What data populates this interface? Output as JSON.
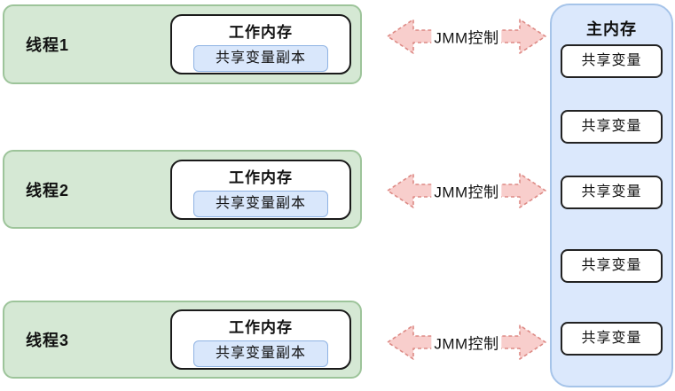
{
  "threads": [
    {
      "label": "线程1",
      "working_memory": {
        "title": "工作内存",
        "variable_copy": "共享变量副本"
      }
    },
    {
      "label": "线程2",
      "working_memory": {
        "title": "工作内存",
        "variable_copy": "共享变量副本"
      }
    },
    {
      "label": "线程3",
      "working_memory": {
        "title": "工作内存",
        "variable_copy": "共享变量副本"
      }
    }
  ],
  "arrows": [
    {
      "label": "JMM控制"
    },
    {
      "label": "JMM控制"
    },
    {
      "label": "JMM控制"
    }
  ],
  "main_memory": {
    "title": "主内存",
    "variables": [
      "共享变量",
      "共享变量",
      "共享变量",
      "共享变量",
      "共享变量"
    ]
  },
  "colors": {
    "thread_fill": "#d5e8d4",
    "thread_border": "#9dc49a",
    "working_memory_fill": "#ffffff",
    "working_memory_border": "#1a1a1a",
    "variable_copy_fill": "#d9e7fb",
    "variable_copy_border": "#8fb3e3",
    "arrow_fill": "#f8cecc",
    "arrow_stroke": "#dd8a85",
    "main_memory_fill": "#dbe8fc",
    "main_memory_border": "#a6c4e9",
    "shared_variable_border": "#222222"
  }
}
